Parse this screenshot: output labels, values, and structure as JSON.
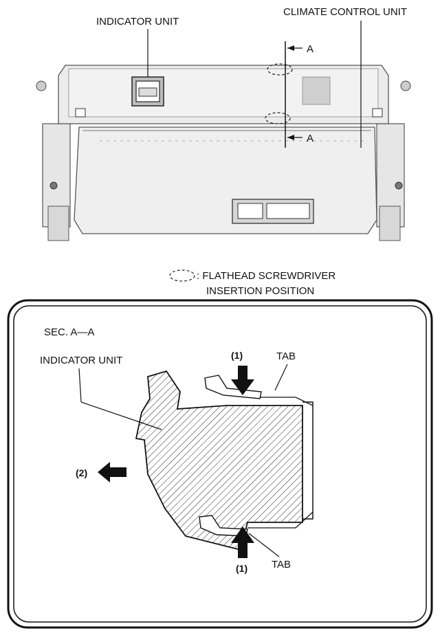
{
  "top_view": {
    "indicator_unit_label": "INDICATOR UNIT",
    "climate_control_unit_label": "CLIMATE CONTROL UNIT",
    "section_mark_top": "A",
    "section_mark_bottom": "A"
  },
  "legend": {
    "line1": ": FLATHEAD SCREWDRIVER",
    "line2": "INSERTION POSITION"
  },
  "section_view": {
    "title": "SEC. A—A",
    "indicator_unit_label": "INDICATOR UNIT",
    "step_push_top": "(1)",
    "step_push_bottom": "(1)",
    "step_pull": "(2)",
    "tab_top": "TAB",
    "tab_bottom": "TAB"
  }
}
